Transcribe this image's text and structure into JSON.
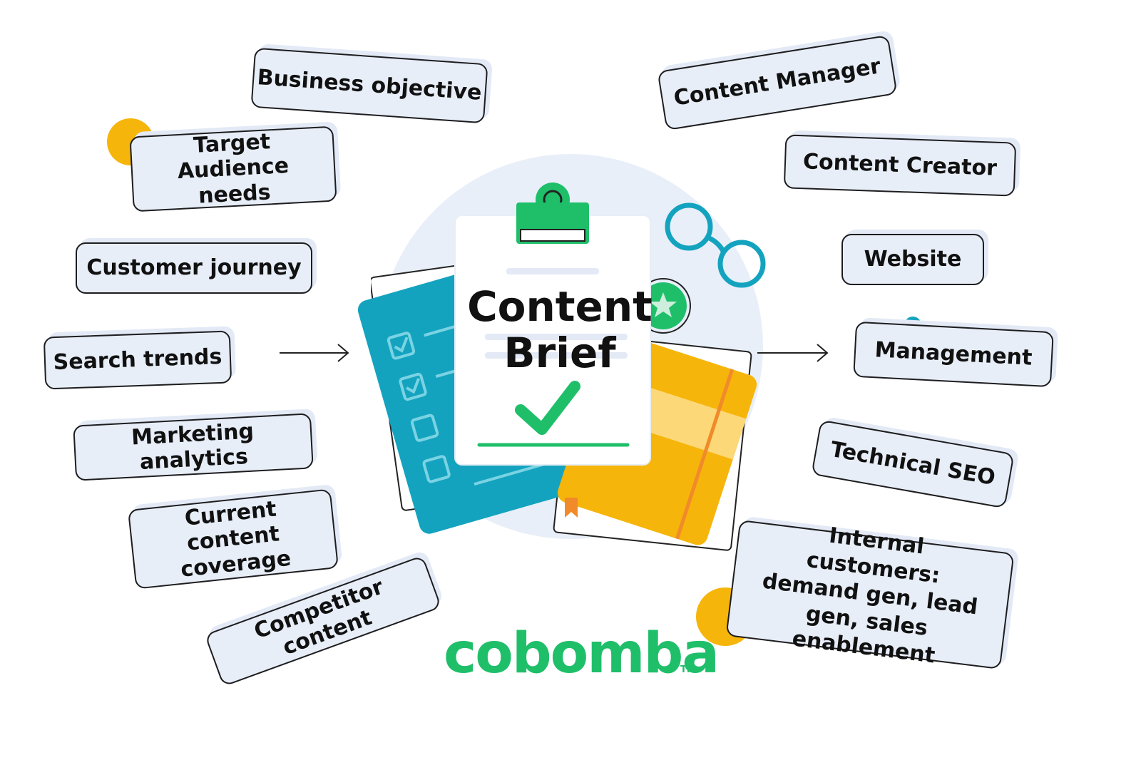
{
  "inputs": [
    "Business objective",
    "Target Audience needs",
    "Customer journey",
    "Search trends",
    "Marketing analytics",
    "Current content coverage",
    "Competitor content"
  ],
  "outputs": [
    "Content Manager",
    "Content Creator",
    "Website",
    "Management",
    "Technical SEO",
    "Internal customers: demand gen, lead gen, sales enablement"
  ],
  "center": {
    "title_line1": "Content",
    "title_line2": "Brief"
  },
  "brand": {
    "name": "cobomba",
    "tm": "TM"
  },
  "colors": {
    "tag_fill": "#e8eef8",
    "green": "#1fbf6a",
    "teal": "#14a3bf",
    "yellow": "#f6b50a",
    "circle": "#e9eff9"
  }
}
